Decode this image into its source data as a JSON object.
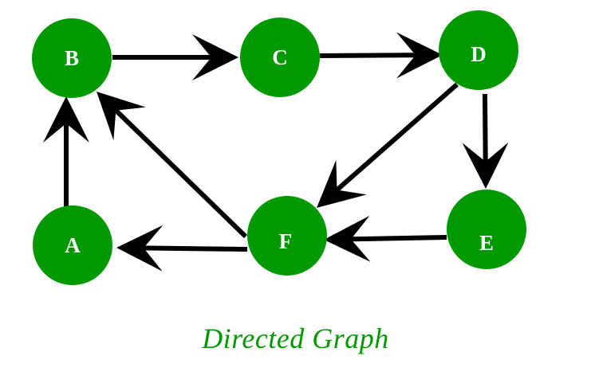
{
  "diagram": {
    "type": "directed-graph",
    "title": "Directed Graph",
    "colors": {
      "node_fill": "#009900",
      "node_label": "#ffffff",
      "edge": "#000000",
      "caption": "#009900"
    },
    "nodes": [
      {
        "id": "A",
        "label": "A"
      },
      {
        "id": "B",
        "label": "B"
      },
      {
        "id": "C",
        "label": "C"
      },
      {
        "id": "D",
        "label": "D"
      },
      {
        "id": "E",
        "label": "E"
      },
      {
        "id": "F",
        "label": "F"
      }
    ],
    "edges": [
      {
        "from": "A",
        "to": "B"
      },
      {
        "from": "B",
        "to": "C"
      },
      {
        "from": "C",
        "to": "D"
      },
      {
        "from": "D",
        "to": "E"
      },
      {
        "from": "D",
        "to": "F"
      },
      {
        "from": "E",
        "to": "F"
      },
      {
        "from": "F",
        "to": "A"
      },
      {
        "from": "F",
        "to": "B"
      }
    ]
  }
}
